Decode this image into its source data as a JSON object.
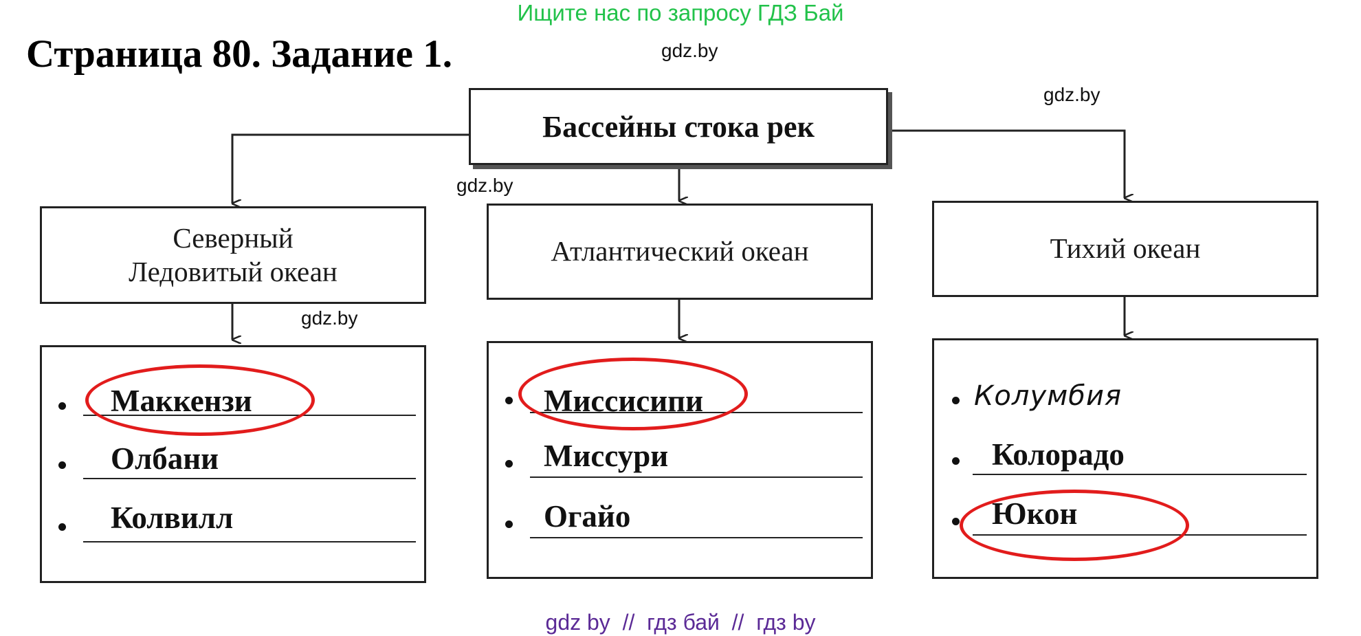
{
  "header": {
    "search_hint": "Ищите нас по запросу ГДЗ Бай"
  },
  "page_title": "Страница 80. Задание 1.",
  "watermark": "gdz.by",
  "diagram": {
    "root": "Бассейны стока рек",
    "oceans": [
      {
        "name": "Северный Ледовитый океан",
        "rivers": [
          "Маккензи",
          "Олбани",
          "Колвилл"
        ],
        "circled": "Маккензи"
      },
      {
        "name": "Атлантический океан",
        "rivers": [
          "Миссисипи",
          "Миссури",
          "Огайо"
        ],
        "circled": "Миссисипи"
      },
      {
        "name": "Тихий океан",
        "rivers": [
          "Колумбия",
          "Колорадо",
          "Юкон"
        ],
        "circled": "Юкон",
        "handwritten": "Колумбия"
      }
    ]
  },
  "footer": "gdz by  //  гдз бай  //  гдз by",
  "colors": {
    "header_green": "#22c24a",
    "circle_red": "#e21c1c",
    "footer_purple": "#5b2a96"
  }
}
